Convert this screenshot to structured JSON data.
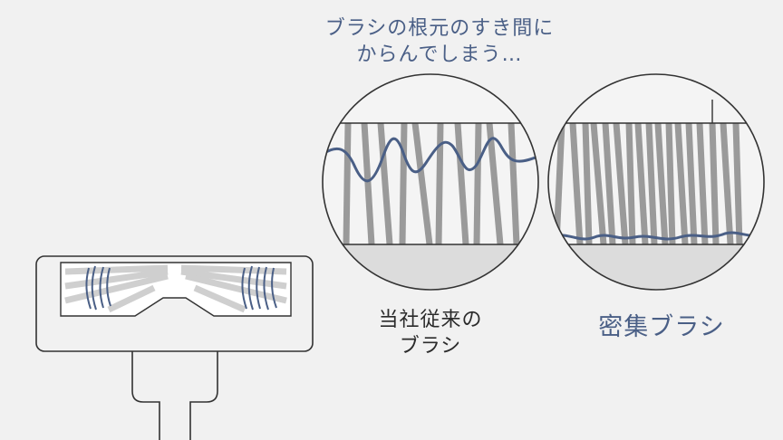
{
  "captions": {
    "top_line1": "ブラシの根元のすき間に",
    "top_line2": "からんでしまう…",
    "conventional_line1": "当社従来の",
    "conventional_line2": "ブラシ",
    "dense": "密集ブラシ"
  },
  "colors": {
    "background": "#f1f1f1",
    "outline": "#333333",
    "bristle": "#9a9a9a",
    "bristle_light": "#cccccc",
    "hair": "#4a5f86",
    "base": "#dcdcdc",
    "label_accent": "#4a5f86"
  }
}
